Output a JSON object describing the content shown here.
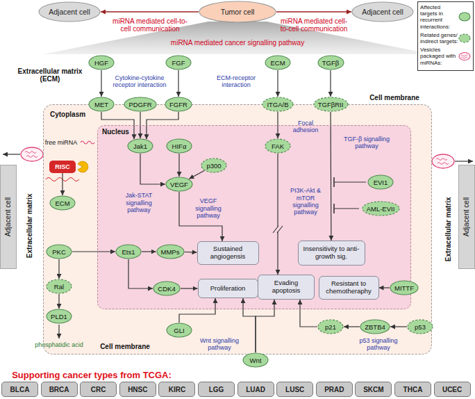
{
  "diagram": {
    "nodes": [
      {
        "text": [
          "Adjacent cell"
        ]
      },
      {
        "text": [
          "Tumor cell"
        ]
      },
      {
        "text": [
          "Adjacent cell"
        ]
      },
      {
        "text": [
          "HGF"
        ]
      },
      {
        "text": [
          "FGF"
        ]
      },
      {
        "text": [
          "ECM"
        ]
      },
      {
        "text": [
          "TGFβ"
        ]
      },
      {
        "text": [
          "Adjacent cell"
        ]
      },
      {
        "text": [
          "Cytoplasm"
        ]
      },
      {
        "text": [
          "MET"
        ]
      },
      {
        "text": [
          "PDGFR"
        ]
      },
      {
        "text": [
          "FGFR"
        ]
      },
      {
        "text": [
          "ITGA/B"
        ]
      },
      {
        "text": [
          "TGFβRII"
        ]
      },
      {
        "text": [
          "Nucleus"
        ],
        "in": 8
      },
      {
        "text": [
          "Jak1"
        ],
        "in": 14
      },
      {
        "text": [
          "HIFα"
        ],
        "in": 14
      },
      {
        "text": [
          "p300"
        ],
        "in": 14
      },
      {
        "text": [
          "VEGF"
        ],
        "in": 14
      },
      {
        "text": [
          "FAK"
        ],
        "in": 14
      },
      {
        "text": [
          "EVI1"
        ],
        "in": 14
      },
      {
        "text": [
          "AML-EVII"
        ],
        "in": 14
      },
      {
        "text": [
          "RISC"
        ],
        "in": 8
      },
      {
        "text": [
          "ECM"
        ],
        "in": 8
      },
      {
        "text": [
          "PKC"
        ],
        "in": 8
      },
      {
        "text": [
          "Ets1"
        ],
        "in": 14
      },
      {
        "text": [
          "MMPs"
        ],
        "in": 14
      },
      {
        "text": [
          "Sustained angiogensis"
        ],
        "in": 14
      },
      {
        "text": [
          "Insensitivity to anti-growth sig."
        ],
        "in": 14
      },
      {
        "text": [
          "CDK4"
        ],
        "in": 14
      },
      {
        "text": [
          "Proliferation"
        ],
        "in": 14
      },
      {
        "text": [
          "Evading apoptosis"
        ],
        "in": 14
      },
      {
        "text": [
          "Resistant to chemotheraphy"
        ],
        "in": 14
      },
      {
        "text": [
          "MITTF"
        ],
        "in": 8
      },
      {
        "text": [
          "Ral"
        ],
        "in": 8
      },
      {
        "text": [
          "PLD1"
        ],
        "in": 8
      },
      {
        "text": [
          "GLI"
        ],
        "in": 8
      },
      {
        "text": [
          "p21"
        ],
        "in": 8
      },
      {
        "text": [
          "ZBTB4"
        ],
        "in": 8
      },
      {
        "text": [
          "p53"
        ],
        "in": 8
      },
      {
        "text": [
          "Wnt"
        ]
      },
      {
        "text": [
          "Adjacent cell"
        ]
      },
      {
        "text": [
          "BLCA"
        ]
      },
      {
        "text": [
          "BRCA"
        ]
      },
      {
        "text": [
          "CRC"
        ]
      },
      {
        "text": [
          "HNSC"
        ]
      },
      {
        "text": [
          "KIRC"
        ]
      },
      {
        "text": [
          "LGG"
        ]
      },
      {
        "text": [
          "LUAD"
        ]
      },
      {
        "text": [
          "LUSC"
        ]
      },
      {
        "text": [
          "PRAD"
        ]
      },
      {
        "text": [
          "SKCM"
        ]
      },
      {
        "text": [
          "THCA"
        ]
      },
      {
        "text": [
          "UCEC"
        ]
      }
    ],
    "edges": [
      {
        "from": 1,
        "to": 0,
        "arrow": "to"
      },
      {
        "from": 1,
        "to": 2,
        "arrow": "to"
      },
      {
        "from": 3,
        "to": 9,
        "arrow": "to"
      },
      {
        "from": 4,
        "to": 11,
        "arrow": "to"
      },
      {
        "from": 5,
        "to": 12,
        "arrow": "to"
      },
      {
        "from": 6,
        "to": 13,
        "arrow": "to"
      },
      {
        "from": 9,
        "to": 15,
        "arrow": "to"
      },
      {
        "from": 10,
        "to": 15,
        "arrow": "to"
      },
      {
        "from": 11,
        "to": 15,
        "arrow": "to"
      },
      {
        "from": 15,
        "to": 18,
        "arrow": "to"
      },
      {
        "from": 16,
        "to": 18,
        "arrow": "to"
      },
      {
        "from": 17,
        "to": 18,
        "arrow": "to"
      },
      {
        "from": 12,
        "to": 19,
        "arrow": "to"
      },
      {
        "from": 19,
        "to": 31,
        "arrow": "to"
      },
      {
        "from": 13,
        "to": 28,
        "arrow": "to"
      },
      {
        "from": 18,
        "to": 27,
        "arrow": "to"
      },
      {
        "from": 24,
        "to": 25,
        "arrow": "to"
      },
      {
        "from": 24,
        "to": 34,
        "arrow": "to"
      },
      {
        "from": 34,
        "to": 35,
        "arrow": "to"
      },
      {
        "from": 25,
        "to": 26,
        "arrow": "to"
      },
      {
        "from": 25,
        "to": 29,
        "arrow": "to"
      },
      {
        "from": 26,
        "to": 27,
        "arrow": "to"
      },
      {
        "from": 29,
        "to": 30,
        "arrow": "to"
      },
      {
        "from": 36,
        "to": 30,
        "arrow": "to"
      },
      {
        "from": 40,
        "to": 30,
        "arrow": "to"
      },
      {
        "from": 40,
        "to": 31,
        "arrow": "to"
      },
      {
        "from": 37,
        "to": 31,
        "arrow": "to"
      },
      {
        "from": 38,
        "to": 37,
        "arrow": "to"
      },
      {
        "from": 39,
        "to": 38,
        "arrow": "to"
      },
      {
        "from": 33,
        "to": 32,
        "arrow": "to"
      },
      {
        "from": 22,
        "to": 23,
        "arrow": "to"
      }
    ],
    "labels": [
      "miRNA mediated cell-to-cell communication",
      "miRNA mediated cell-to-cell communication",
      "miRNA mediated cancer signalling pathway",
      "Extracellular matrix (ECM)",
      "Cytokine-cytokine receptor interaction",
      "ECM-receptor interaction",
      "Cell membrane",
      "Focal adhesion",
      "TGF-β signalling pathway",
      "free miRNA",
      "Jak-STAT signalling pathway",
      "VEGF signalling pathway",
      "PI3K-Akt & mTOR signalling pathway",
      "Extracellular matrix",
      "Extracellular matrix",
      "phosphatidic acid",
      "Wnt signalling pathway",
      "p53 signalling pathway",
      "Cell membrane",
      "Supporting cancer types from TCGA:"
    ],
    "legend": [
      {
        "text": "Affected targets in recurrent interactions:"
      },
      {
        "text": "Related genes/ indirect targets:"
      },
      {
        "text": "Vesicles packaged with miRNAs:"
      }
    ]
  }
}
